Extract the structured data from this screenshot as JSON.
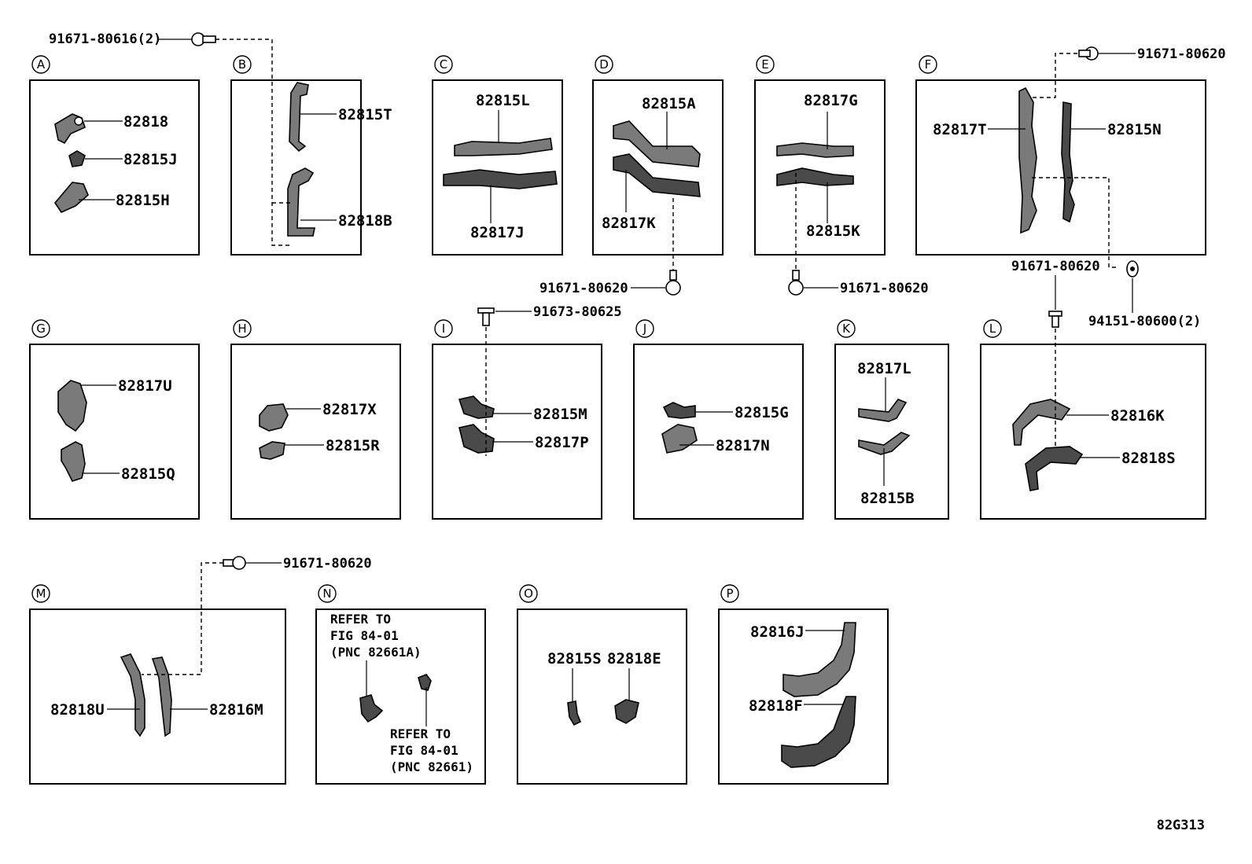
{
  "drawing_code": "82G313",
  "panels": [
    {
      "id": "A",
      "parts": [
        "82818",
        "82815J",
        "82815H"
      ]
    },
    {
      "id": "B",
      "parts": [
        "82815T",
        "82818B"
      ]
    },
    {
      "id": "C",
      "parts": [
        "82815L",
        "82817J"
      ]
    },
    {
      "id": "D",
      "parts": [
        "82815A",
        "82817K"
      ]
    },
    {
      "id": "E",
      "parts": [
        "82817G",
        "82815K"
      ]
    },
    {
      "id": "F",
      "parts": [
        "82817T",
        "82815N"
      ]
    },
    {
      "id": "G",
      "parts": [
        "82817U",
        "82815Q"
      ]
    },
    {
      "id": "H",
      "parts": [
        "82817X",
        "82815R"
      ]
    },
    {
      "id": "I",
      "parts": [
        "82815M",
        "82817P"
      ]
    },
    {
      "id": "J",
      "parts": [
        "82815G",
        "82817N"
      ]
    },
    {
      "id": "K",
      "parts": [
        "82817L",
        "82815B"
      ]
    },
    {
      "id": "L",
      "parts": [
        "82816K",
        "82818S"
      ]
    },
    {
      "id": "M",
      "parts": [
        "82818U",
        "82816M"
      ]
    },
    {
      "id": "N",
      "parts": []
    },
    {
      "id": "O",
      "parts": [
        "82815S",
        "82818E"
      ]
    },
    {
      "id": "P",
      "parts": [
        "82816J",
        "82818F"
      ]
    }
  ],
  "fasteners": [
    "91671-80616(2)",
    "91671-80620",
    "91671-80620",
    "91671-80620",
    "91671-80620",
    "94151-80600(2)",
    "91673-80625",
    "91671-80620"
  ],
  "notes": {
    "n1": [
      "REFER TO",
      "FIG 84-01",
      "(PNC 82661A)"
    ],
    "n2": [
      "REFER TO",
      "FIG 84-01",
      "(PNC 82661)"
    ]
  }
}
